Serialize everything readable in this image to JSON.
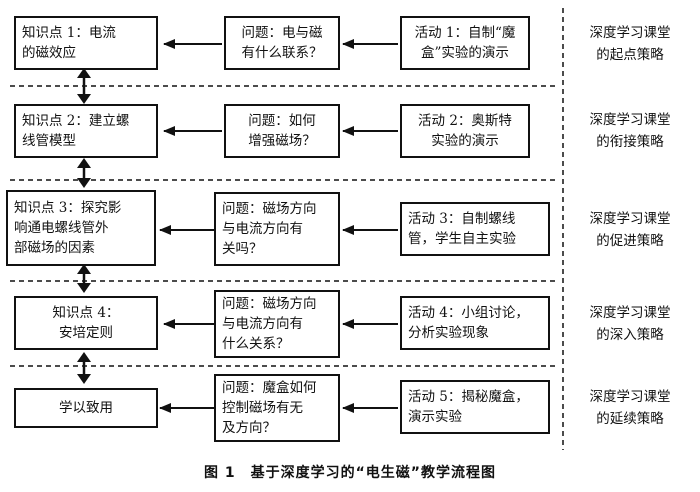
{
  "rows": [
    {
      "knowledge": "知识点 1：电流\n的磁效应",
      "question": "问题：电与磁\n有什么联系？",
      "activity": "活动 1：自制“魔\n盒”实验的演示",
      "strategy": "深度学习课堂\n的起点策略"
    },
    {
      "knowledge": "知识点 2：建立螺\n线管模型",
      "question": "问题：如何\n增强磁场？",
      "activity": "活动 2：奥斯特\n实验的演示",
      "strategy": "深度学习课堂\n的衔接策略"
    },
    {
      "knowledge": "知识点 3：探究影\n响通电螺线管外\n部磁场的因素",
      "question": "问题：磁场方向\n与电流方向有\n关吗？",
      "activity": "活动 3：自制螺线\n管，学生自主实验",
      "strategy": "深度学习课堂\n的促进策略"
    },
    {
      "knowledge": "知识点 4：\n安培定则",
      "question": "问题：磁场方向\n与电流方向有\n什么关系？",
      "activity": "活动 4：小组讨论，\n分析实验现象",
      "strategy": "深度学习课堂\n的深入策略"
    },
    {
      "knowledge": "学以致用",
      "question": "问题：魔盒如何\n控制磁场有无\n及方向？",
      "activity": "活动 5：揭秘魔盒，\n演示实验",
      "strategy": "深度学习课堂\n的延续策略"
    }
  ],
  "caption": "图 1　基于深度学习的“电生磁”教学流程图"
}
